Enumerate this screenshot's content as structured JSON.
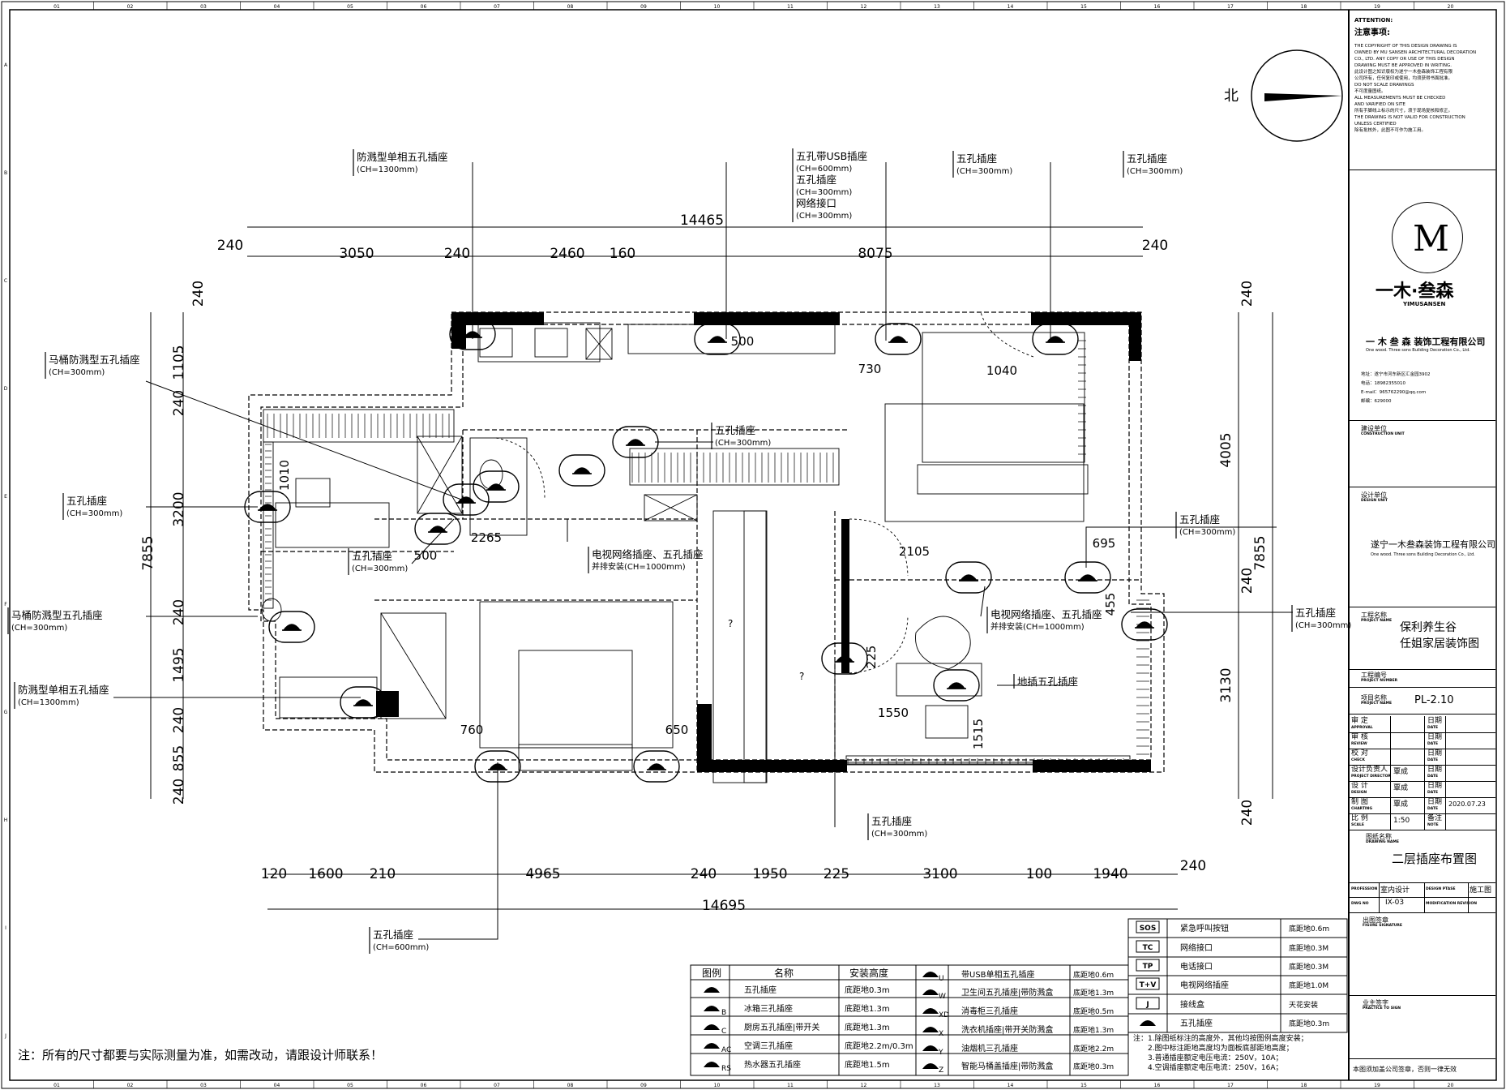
{
  "grid_top": [
    "01",
    "02",
    "03",
    "04",
    "05",
    "06",
    "07",
    "08",
    "09",
    "10",
    "11",
    "12",
    "13",
    "14",
    "15",
    "16",
    "17",
    "18",
    "19",
    "20"
  ],
  "grid_side": [
    "A",
    "B",
    "C",
    "D",
    "E",
    "F",
    "G",
    "H",
    "I",
    "J"
  ],
  "north_label": "北",
  "callouts": [
    {
      "t1": "防溅型单相五孔插座",
      "t2": "(CH=1300mm)"
    },
    {
      "t1": "五孔带USB插座",
      "t2": "(CH=600mm)",
      "t3": "五孔插座",
      "t4": "(CH=300mm)",
      "t5": "网络接口",
      "t6": "(CH=300mm)"
    },
    {
      "t1": "五孔插座",
      "t2": "(CH=300mm)"
    },
    {
      "t1": "五孔插座",
      "t2": "(CH=300mm)"
    },
    {
      "t1": "马桶防溅型五孔插座",
      "t2": "(CH=300mm)"
    },
    {
      "t1": "五孔插座",
      "t2": "(CH=300mm)"
    },
    {
      "t1": "五孔插座",
      "t2": "(CH=300mm)"
    },
    {
      "t1": "五孔插座",
      "t2": "(CH=300mm)"
    },
    {
      "t1": "电视网络插座、五孔插座",
      "t2": "并排安装(CH=1000mm)"
    },
    {
      "t1": "五孔插座",
      "t2": "(CH=300mm)"
    },
    {
      "t1": "马桶防溅型五孔插座",
      "t2": "(CH=300mm)"
    },
    {
      "t1": "电视网络插座、五孔插座",
      "t2": "并排安装(CH=1000mm)"
    },
    {
      "t1": "五孔插座",
      "t2": "(CH=300mm)"
    },
    {
      "t1": "防溅型单相五孔插座",
      "t2": "(CH=1300mm)"
    },
    {
      "t1": "地插五孔插座"
    },
    {
      "t1": "五孔插座",
      "t2": "(CH=300mm)"
    },
    {
      "t1": "五孔插座",
      "t2": "(CH=600mm)"
    }
  ],
  "dims_top": [
    "14465",
    "240",
    "3050",
    "240",
    "2460",
    "160",
    "8075",
    "240"
  ],
  "dims_bottom": [
    "120",
    "1600",
    "210",
    "4965",
    "240",
    "1950",
    "225",
    "3100",
    "100",
    "1940",
    "240",
    "14695"
  ],
  "dims_left": [
    "240",
    "1105",
    "240",
    "3200",
    "240",
    "1495",
    "240",
    "855",
    "240",
    "7855"
  ],
  "dims_right": [
    "240",
    "4005",
    "240",
    "3130",
    "240",
    "7855"
  ],
  "dims_inner": [
    "500",
    "730",
    "1040",
    "1010",
    "2265",
    "500",
    "2105",
    "695",
    "455",
    "225",
    "1550",
    "1515",
    "760",
    "650"
  ],
  "stair_marks": [
    "?",
    "?"
  ],
  "legend_header": [
    "图例",
    "名称",
    "安装高度"
  ],
  "legend_rows_left": [
    {
      "suffix": "",
      "name": "五孔插座",
      "height": "底距地0.3m"
    },
    {
      "suffix": "B",
      "name": "冰箱三孔插座",
      "height": "底距地1.3m"
    },
    {
      "suffix": "C",
      "name": "厨房五孔插座|带开关",
      "height": "底距地1.3m"
    },
    {
      "suffix": "AC",
      "name": "空调三孔插座",
      "height": "底距地2.2m/0.3m"
    },
    {
      "suffix": "RS",
      "name": "热水器五孔插座",
      "height": "底距地1.5m"
    }
  ],
  "legend_rows_mid": [
    {
      "suffix": "U",
      "name": "带USB单相五孔插座",
      "height": "底距地0.6m"
    },
    {
      "suffix": "W",
      "name": "卫生间五孔插座|带防溅盒",
      "height": "底距地1.3m"
    },
    {
      "suffix": "XD",
      "name": "消毒柜三孔插座",
      "height": "底距地0.5m"
    },
    {
      "suffix": "X",
      "name": "洗衣机插座|带开关防溅盒",
      "height": "底距地1.3m"
    },
    {
      "suffix": "Y",
      "name": "油烟机三孔插座",
      "height": "底距地2.2m"
    },
    {
      "suffix": "Z",
      "name": "智能马桶盖插座|带防溅盒",
      "height": "底距地0.3m"
    }
  ],
  "legend_rows_right": [
    {
      "sym": "SOS",
      "name": "紧急呼叫按钮",
      "height": "底距地0.6m"
    },
    {
      "sym": "TC",
      "name": "网络接口",
      "height": "底距地0.3M"
    },
    {
      "sym": "TP",
      "name": "电话接口",
      "height": "底距地0.3M"
    },
    {
      "sym": "T+V",
      "name": "电视网络插座",
      "height": "底距地1.0M"
    },
    {
      "sym": "J",
      "name": "接线盒",
      "height": "天花安装"
    },
    {
      "sym": "",
      "name": "五孔插座",
      "height": "底距地0.3m"
    }
  ],
  "notes": [
    "注：1.除图纸标注的高度外，其他均按图例高度安装；",
    "2.图中标注距地高度均为面板底部距地高度；",
    "3.普通插座额定电压电流：250V，10A；",
    "4.空调插座额定电压电流：250V，16A；"
  ],
  "bottom_note": "注：所有的尺寸都要与实际测量为准，如需改动，请跟设计师联系！",
  "title_block": {
    "attention_en": "ATTENTION:",
    "attention_cn": "注意事项:",
    "attention_lines": [
      "THE COPYRIGHT OF THIS DESIGN DRAWING IS",
      "OWNED BY MU SANSEN ARCHITECTURAL DECORATION",
      "CO., LTD. ANY COPY OR USE OF THIS DESIGN",
      "DRAWING MUST BE APPROVED IN WRITING.",
      "此设计图之知识版权为遂宁一木叁森装饰工程有限",
      "公司所有，任何复印或使用，均须获得书面批准。",
      "DO NOT SCALE DRAWINGS",
      "不可度量图纸。",
      "ALL MEASUREMENTS MUST BE CHECKED",
      "AND VARIFIED ON SITE",
      "所有手脚线上标示的尺寸，须于现场复核和修正。",
      "THE DRAWING IS NOT VALID FOR CONSTRUCTION",
      "UNLESS CERTIFIED",
      "除有批核外，此图不可作为施工用。"
    ],
    "logo_cn": "一木·叁森",
    "logo_en": "YIMUSANSEN",
    "company": "一 木 叁 森  装饰工程有限公司",
    "company_en": "One wood. Three sons Building Decoration Co., Ltd.",
    "contact": [
      "地址：遂宁市河东新区汇金园3902",
      "电话：18982355010",
      "E-mail：965762290@qq.com",
      "邮编：629000"
    ],
    "construction_cn": "建设单位",
    "construction_en": "CONSTRUCTION UNIT",
    "design_unit_cn": "设计单位",
    "design_unit_en": "DESIGN UNIT",
    "design_company": "遂宁一木叁森装饰工程有限公司",
    "design_company_en": "One wood. Three sons Building Decoration Co., Ltd.",
    "project_name_cn": "工程名称",
    "project_name_en": "PROJECT NAME",
    "project_name_1": "保利养生谷",
    "project_name_2": "任姐家居装饰图",
    "project_no_cn": "工程编号",
    "project_no_en": "PROJECT NUMBER",
    "item_name_cn": "项目名称",
    "item_name_en": "PROJECT NAME",
    "item_value": "PL-2.10",
    "rows": [
      {
        "cn": "审 定",
        "en": "APPROVAL",
        "val": "",
        "dcn": "日期",
        "den": "DATE",
        "dval": ""
      },
      {
        "cn": "审 核",
        "en": "REVIEW",
        "val": "",
        "dcn": "日期",
        "den": "DATE",
        "dval": ""
      },
      {
        "cn": "校 对",
        "en": "CHECK",
        "val": "",
        "dcn": "日期",
        "den": "DATE",
        "dval": ""
      },
      {
        "cn": "设计负责人",
        "en": "PROJECT DIRECTOR",
        "val": "覃成",
        "dcn": "日期",
        "den": "DATE",
        "dval": ""
      },
      {
        "cn": "设 计",
        "en": "DESIGN",
        "val": "覃成",
        "dcn": "日期",
        "den": "DATE",
        "dval": ""
      },
      {
        "cn": "制 图",
        "en": "CHARTING",
        "val": "覃成",
        "dcn": "日期",
        "den": "DATE",
        "dval": "2020.07.23"
      },
      {
        "cn": "比 例",
        "en": "SCALE",
        "val": "1:50",
        "dcn": "备注",
        "den": "NOTE",
        "dval": ""
      }
    ],
    "drawing_name_cn": "图纸名称",
    "drawing_name_en": "DRAWING NAME",
    "drawing_name": "二层插座布置图",
    "profession_label": "PROFESSION",
    "profession_val": "室内设计",
    "phase_label": "DESIGN PTASE",
    "phase_val": "施工图",
    "dwg_label": "DWG NO",
    "dwg_val": "IX-03",
    "mod_label": "MODIFICATION REVISION",
    "sign_cn": "出图签章",
    "sign_en": "FIGURE SIGNATURE",
    "owner_cn": "业主签字",
    "owner_en": "PRACTICE TO SIGN",
    "footer": "本图须加盖公司签章，否则一律无效"
  }
}
